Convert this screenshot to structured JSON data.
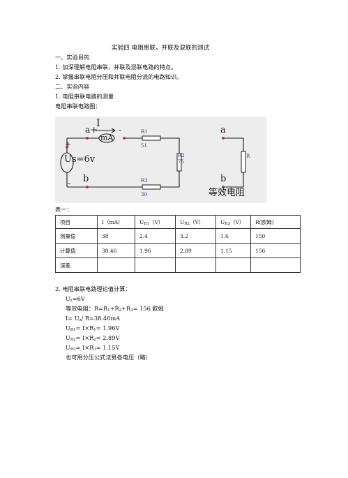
{
  "title": "实验四  电阻串联，并联及混联的测试",
  "s1": "一、实验目的",
  "p1": "1.   加深理解电阻串联，并联及混联电路的特点。",
  "p2": "2.   掌握串联电阻分压和并联电阻分流的电路知识。",
  "s2": "二、实验内容",
  "p3": "1.   电阻串联电路的测量",
  "p4": "电阻串联电路图：",
  "circuit": {
    "current": "I",
    "a_plus": "a+",
    "minus_top": "-",
    "meter": "mA",
    "plus": "+",
    "source": "Us=6v",
    "minus_bottom": "-",
    "b_left": "b",
    "r1": "R1",
    "r1_val": "51",
    "r2": "R2",
    "r2_val": "75",
    "r3": "R3",
    "r3_val": "30",
    "a_right": "a",
    "r_eq": "R",
    "b_right": "b",
    "equiv": "等效电阻"
  },
  "table_caption": "表一：",
  "table": {
    "headers": [
      {
        "base": "项目",
        "sub": "",
        "tail": ""
      },
      {
        "base": "I（mA）",
        "sub": "",
        "tail": ""
      },
      {
        "base": "U",
        "sub": "R1",
        "tail": "（V）"
      },
      {
        "base": "U",
        "sub": "R2",
        "tail": "（V）"
      },
      {
        "base": "U",
        "sub": "R3",
        "tail": "（V）"
      },
      {
        "base": "R",
        "sub": "",
        "tail": "(欧姆)"
      }
    ],
    "rows": [
      [
        "测量值",
        "38",
        "2.4",
        "3.2",
        "1.6",
        "150"
      ],
      [
        "计算值",
        "38.46",
        "1.96",
        "2.89",
        "1.15",
        "156"
      ],
      [
        "误差",
        "",
        "",
        "",
        "",
        ""
      ]
    ]
  },
  "p5": "2.   电阻串联电路理论值计算：",
  "calc": [
    {
      "a": "U",
      "a_sub": "z",
      "b": "=6V"
    },
    {
      "a": "等效电阻：R=R",
      "a_sub": "1",
      "b": "+R",
      "b_sub": "2",
      "c": "+R",
      "c_sub": "3",
      "d": "= 156 欧姆"
    },
    {
      "a": "I= U",
      "a_sub": "z",
      "b": "/ R=38.46mA"
    },
    {
      "a": "U",
      "a_sub": "R1",
      "b": "= I×R",
      "b_sub": "1",
      "c": "= 1.96V"
    },
    {
      "a": "U",
      "a_sub": "R2",
      "b": "= I×R",
      "b_sub": "2",
      "c": "= 2.89V"
    },
    {
      "a": "U",
      "a_sub": "R3",
      "b": "= I×R",
      "b_sub": "3",
      "c": "= 1.15V"
    }
  ],
  "p6": "也可用分压公式法算各电压（略）"
}
